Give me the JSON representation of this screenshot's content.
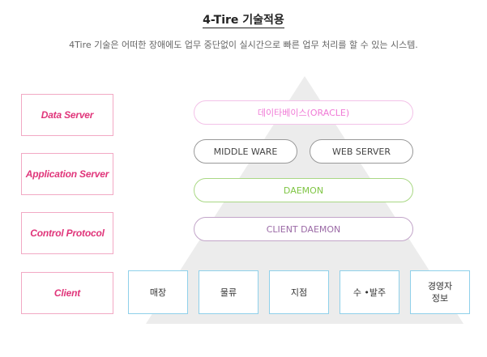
{
  "header": {
    "title": "4-Tire 기술적용",
    "subtitle": "4Tire 기술은 어떠한 장애에도 업무 중단없이 실시간으로 빠른 업무 처리를 할 수 있는 시스템."
  },
  "layers": {
    "data_server": "Data Server",
    "application_server": "Application Server",
    "control_protocol": "Control Protocol",
    "client": "Client"
  },
  "components": {
    "database": "데이타베이스(ORACLE)",
    "middle_ware": "MIDDLE WARE",
    "web_server": "WEB SERVER",
    "daemon": "DAEMON",
    "client_daemon": "CLIENT DAEMON"
  },
  "clients": {
    "store": "매장",
    "logistics": "물류",
    "branch": "지점",
    "orders": "수 •발주",
    "management_info": "경영자\n정보"
  },
  "colors": {
    "label_accent": "#e0357a",
    "label_border": "#f2a9c4",
    "database": "#f07ad6",
    "daemon": "#7fc544",
    "client_daemon": "#9b6aa6",
    "client_border": "#8fd0ea",
    "pyramid": "#ececec"
  }
}
